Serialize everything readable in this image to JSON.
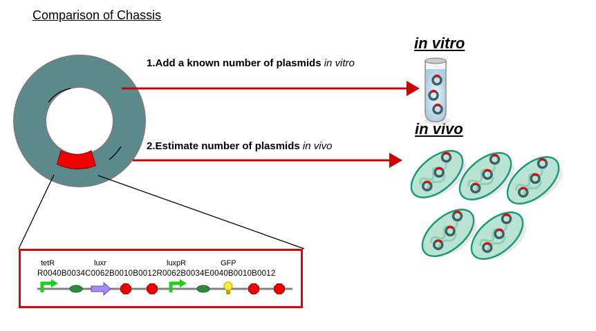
{
  "title": "Comparison of Chassis",
  "steps": [
    {
      "number_text": "1.Add a known number of plasmids",
      "italic": "in vitro"
    },
    {
      "number_text": "2.Estimate number of plasmids",
      "italic": "in vivo"
    }
  ],
  "headers": {
    "in_vitro": "in vitro",
    "in_vivo": "in vivo"
  },
  "construct": {
    "gene_labels": [
      {
        "label": "tetR",
        "part": "R0040"
      },
      {
        "label": "luxr",
        "part": "C0062"
      },
      {
        "label": "luxpR",
        "part": "R0062"
      },
      {
        "label": "GFP",
        "part": "E0040"
      }
    ],
    "part_ids": "R0040B0034C0062B0010B0012R0062B0034E0040B0010B0012",
    "parts": [
      {
        "id": "R0040",
        "type": "promoter"
      },
      {
        "id": "B0034",
        "type": "rbs"
      },
      {
        "id": "C0062",
        "type": "coding"
      },
      {
        "id": "B0010",
        "type": "terminator"
      },
      {
        "id": "B0012",
        "type": "terminator"
      },
      {
        "id": "R0062",
        "type": "promoter"
      },
      {
        "id": "B0034",
        "type": "rbs"
      },
      {
        "id": "E0040",
        "type": "reporter"
      },
      {
        "id": "B0010",
        "type": "terminator"
      },
      {
        "id": "B0012",
        "type": "terminator"
      }
    ]
  },
  "colors": {
    "arrow": "#cc0000",
    "plasmid": "#5a8a8c",
    "insert": "#ee0000",
    "cell_fill": "#b9e3d2",
    "cell_stroke": "#1a9a7a",
    "box_border": "#e00000"
  }
}
